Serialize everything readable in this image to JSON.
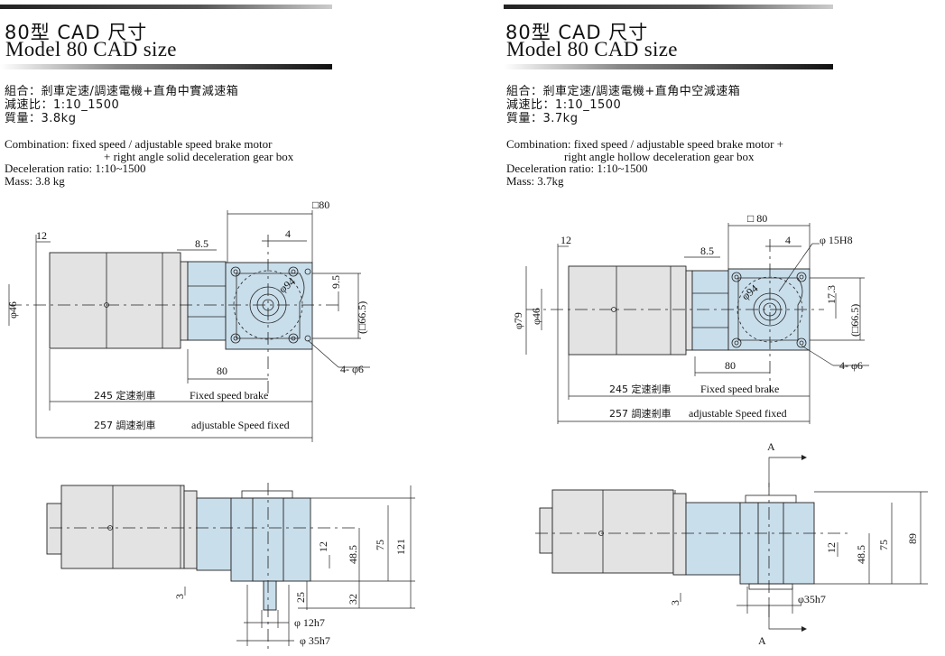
{
  "left": {
    "heading_cn": "80型 CAD 尺寸",
    "heading_en": "Model 80  CAD size",
    "combo_cn": "組合：剎車定速/調速電機+直角中實減速箱",
    "ratio_cn": "減速比：1:10_1500",
    "mass_cn": "質量：3.8kg",
    "combo_en_1": "Combination: fixed speed / adjustable speed brake motor",
    "combo_en_2": "+ right angle solid deceleration gear box",
    "ratio_en": "Deceleration ratio: 1:10~1500",
    "mass_en": "Mass: 3.8 kg",
    "dims": {
      "sq80": "□80",
      "d4": "4",
      "d12": "12",
      "d8_5": "8.5",
      "d9_5": "9.5",
      "d66_5": "(□66.5)",
      "phi46": "φ46",
      "phi94": "φ94",
      "d80": "80",
      "holes": "4- φ6",
      "len245_cn": "245 定速剎車",
      "len245_en": "Fixed speed brake",
      "len257_cn": "257 調速剎車",
      "len257_en": "adjustable Speed fixed",
      "d12b": "12",
      "d48_5": "48.5",
      "d75": "75",
      "d121": "121",
      "d3": "3",
      "d25": "25",
      "d32": "32",
      "phi12h7": "φ 12h7",
      "phi35h7": "φ 35h7"
    }
  },
  "right": {
    "heading_cn": "80型 CAD 尺寸",
    "heading_en": "Model 80  CAD size",
    "combo_cn": "組合：剎車定速/調速電機+直角中空減速箱",
    "ratio_cn": "減速比：1:10_1500",
    "mass_cn": "質量：3.7kg",
    "combo_en_1": "Combination: fixed speed / adjustable speed brake motor +",
    "combo_en_2": "right angle hollow deceleration gear box",
    "ratio_en": "Deceleration ratio: 1:10~1500",
    "mass_en": "Mass: 3.7kg",
    "dims": {
      "sq80": "□ 80",
      "d12": "12",
      "d8_5": "8.5",
      "d4": "4",
      "phi15h8": "φ 15H8",
      "d17_3": "17.3",
      "d66_5": "(□66.5)",
      "phi79": "φ79",
      "phi46": "φ46",
      "phi94": "φ94",
      "d80": "80",
      "holes": "4- φ6",
      "len245_cn": "245 定速剎車",
      "len245_en": "Fixed speed brake",
      "len257_cn": "257 調速剎車",
      "len257_en": "adjustable Speed fixed",
      "sectionA_top": "A",
      "sectionA_bottom": "A",
      "d12b": "12",
      "d48_5": "48.5",
      "d75": "75",
      "d89": "89",
      "d3": "3",
      "phi35h7": "φ35h7"
    }
  }
}
